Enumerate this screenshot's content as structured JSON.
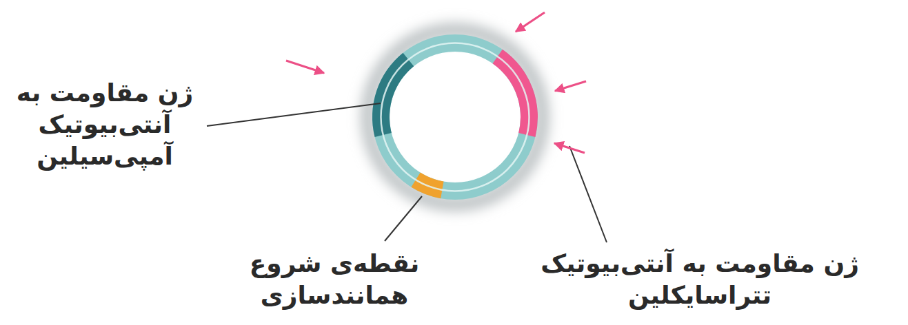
{
  "diagram": {
    "labels": [
      "ژن مقاومت به آنتی‌بیوتیک آمپی‌سیلین",
      "نقطه‌ی شروع همانندسازی",
      "ژن مقاومت به آنتی‌بیوتیک تتراسایکلین"
    ]
  }
}
